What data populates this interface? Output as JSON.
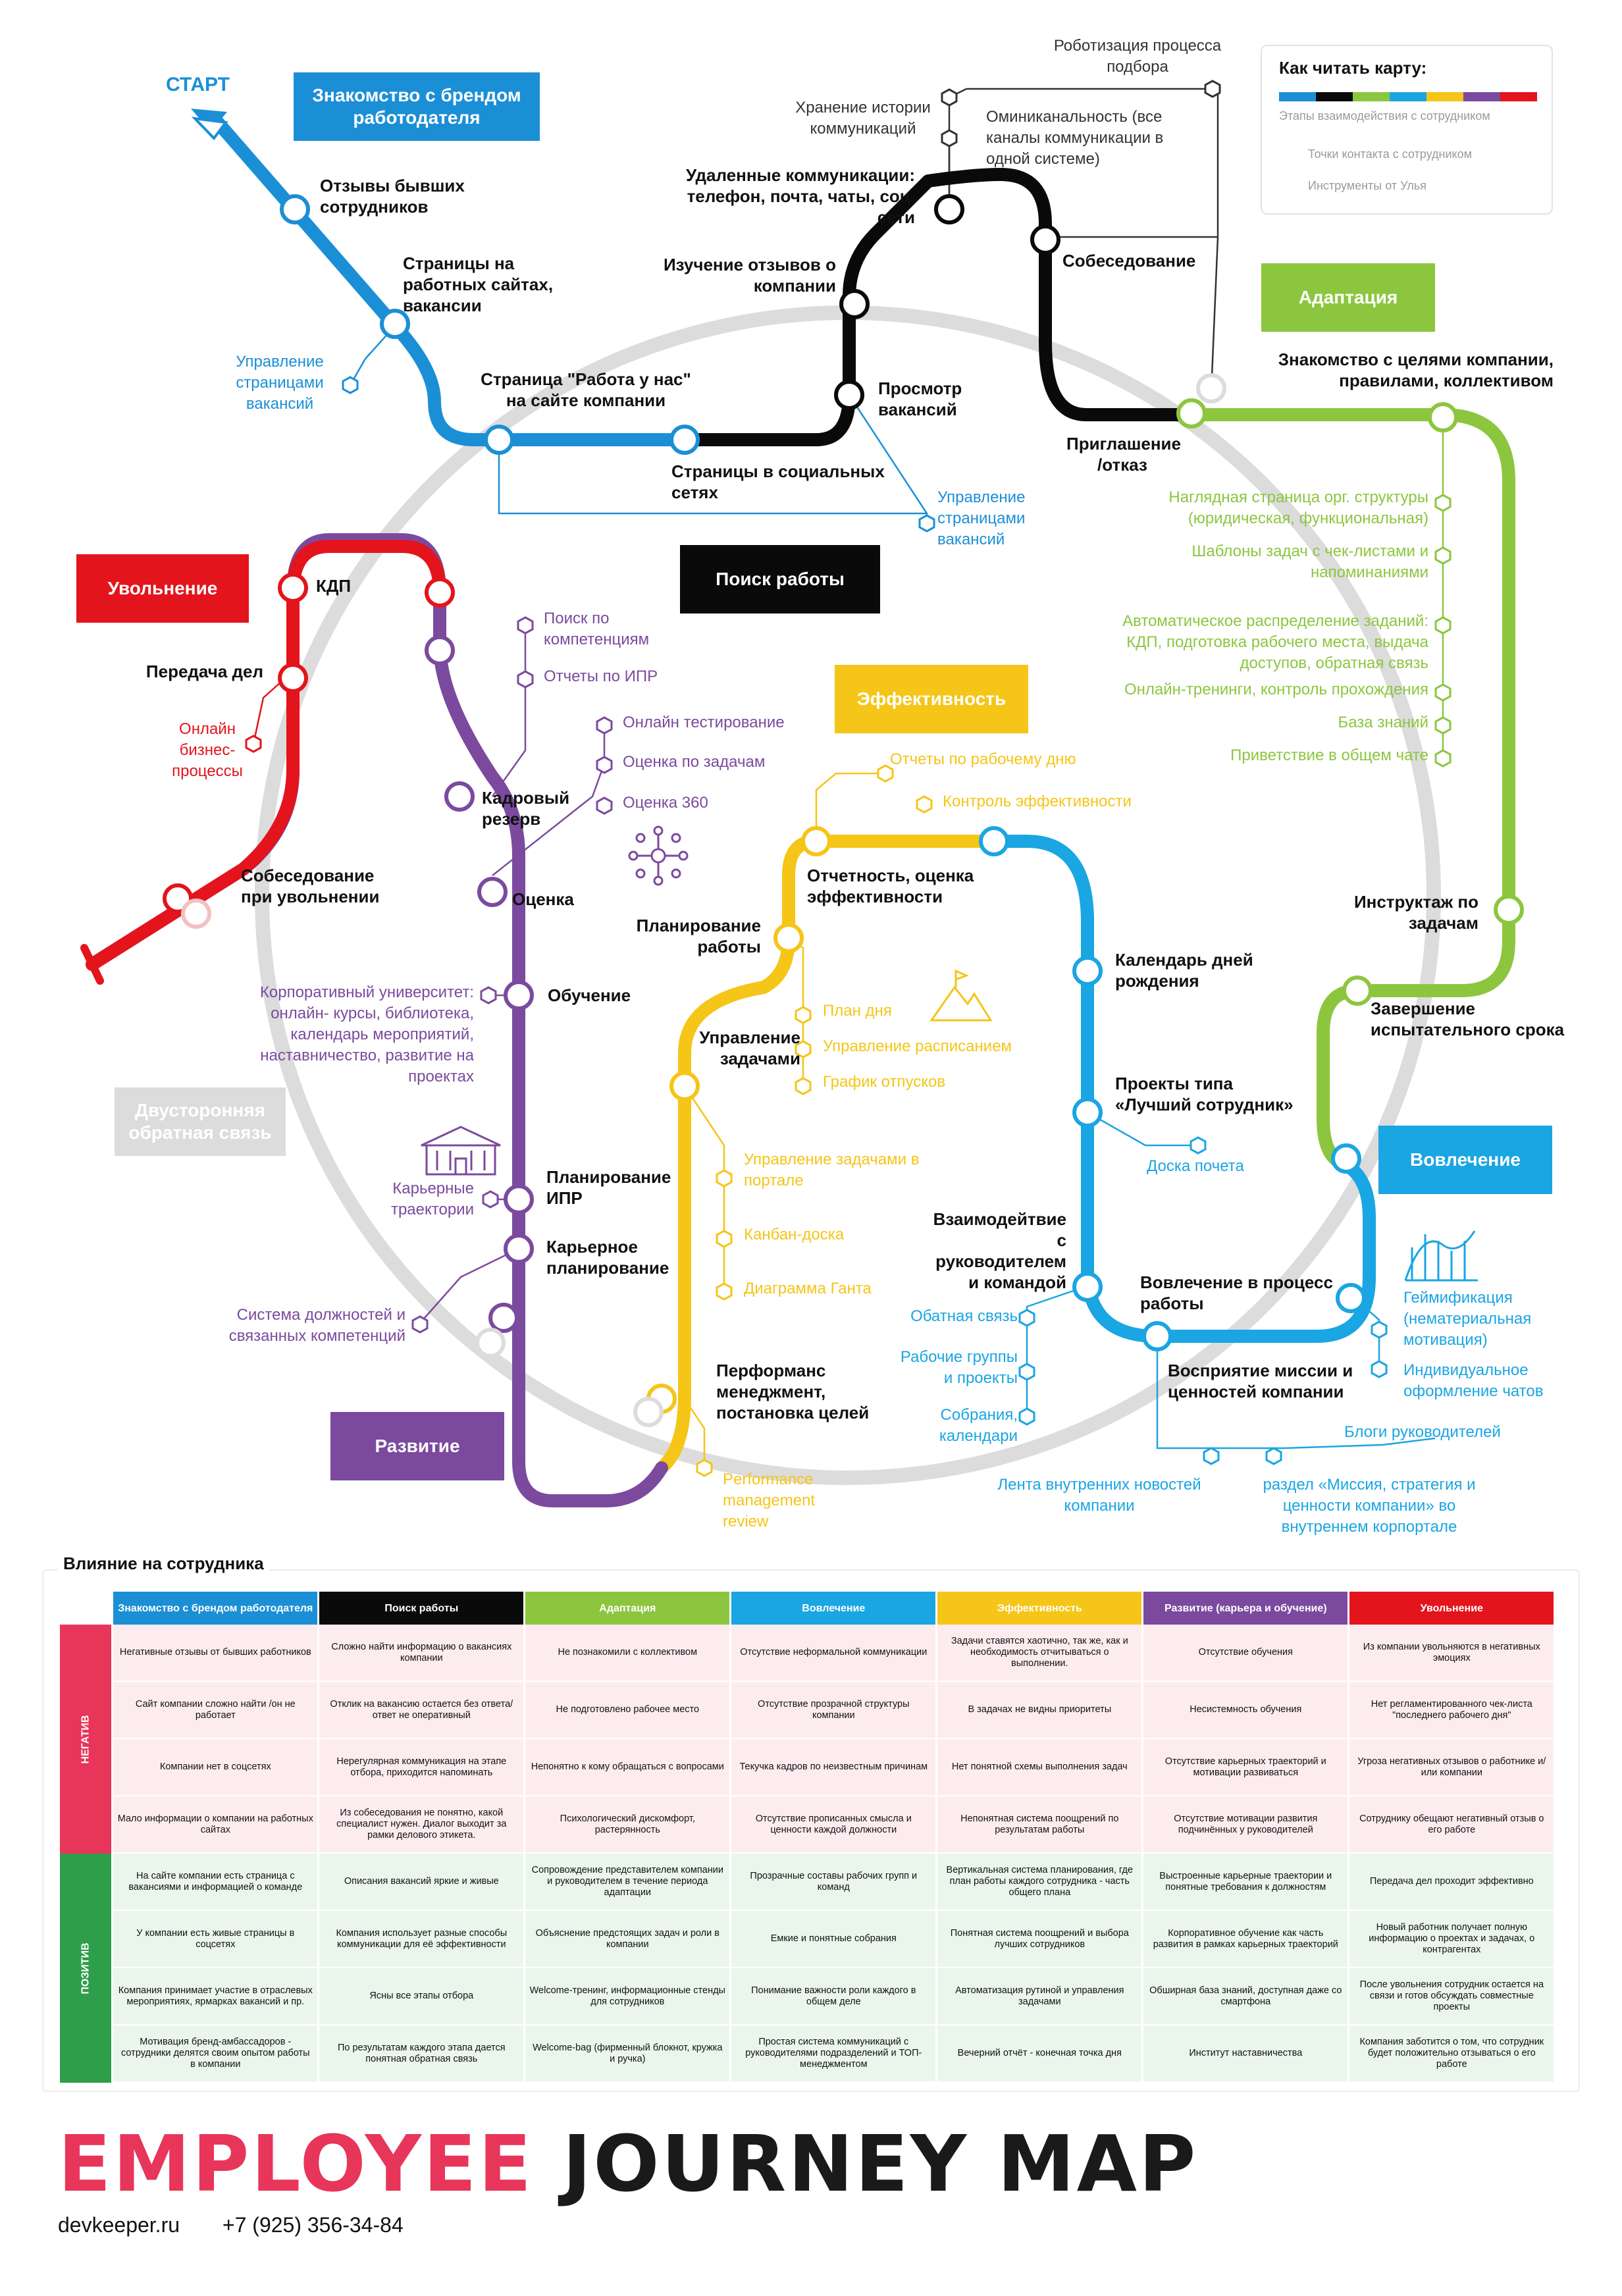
{
  "start_label": "СТАРТ",
  "colors": {
    "blue": "#1b8fd6",
    "black": "#0a0a0a",
    "green": "#8cc63f",
    "cyan": "#1aa5e3",
    "yellow": "#f5c518",
    "purple": "#7b4a9e",
    "red": "#e3141c",
    "gray": "#d9d9d9",
    "magenta": "#c8007a"
  },
  "badges": {
    "brand": "Знакомство с брендом работодателя",
    "job_search": "Поиск работы",
    "adaptation": "Адаптация",
    "dismissal": "Увольнение",
    "efficiency": "Эффективность",
    "feedback": "Двусторонняя обратная связь",
    "engagement": "Вовлечение",
    "development": "Развитие"
  },
  "legend": {
    "title": "Как читать карту:",
    "stages": "Этапы взаимодействия с сотрудником",
    "touchpoints": "Точки контакта с сотрудником",
    "tools": "Инструменты от Улья"
  },
  "stations": {
    "former_reviews": "Отзывы бывших сотрудников",
    "job_sites": "Страницы на работных сайтах, вакансии",
    "work_page": "Страница \"Работа у нас\" на сайте компании",
    "social_pages": "Страницы в социальных сетях",
    "reviews_study": "Изучение отзывов о компании",
    "remote_comm": "Удаленные коммуникации: телефон, почта, чаты, соц. сети",
    "view_vacancies": "Просмотр вакансий",
    "interview": "Собеседование",
    "invitation": "Приглашение /отказ",
    "goals": "Знакомство с целями компании, правилами, коллективом",
    "briefing": "Инструктаж по задачам",
    "probation_end": "Завершение испытательного срока",
    "kdp": "КДП",
    "handover": "Передача дел",
    "exit_interview": "Собеседование при увольнении",
    "talent_pool": "Кадровый резерв",
    "assessment": "Оценка",
    "training": "Обучение",
    "ipr": "Планирование ИПР",
    "career": "Карьерное планирование",
    "reporting": "Отчетность, оценка эффективности",
    "planning": "Планирование работы",
    "task_mgmt": "Управление задачами",
    "performance": "Перформанс менеджмент, постановка целей",
    "birthdays": "Календарь дней рождения",
    "best_employee": "Проекты типа «Лучший сотрудник»",
    "interaction": "Взаимодейтвие с руководителем и командой",
    "involvement": "Вовлечение в процесс работы",
    "mission": "Восприятие миссии и ценностей компании"
  },
  "tools": {
    "robotization": "Роботизация процесса подбора",
    "history": "Хранение истории коммуникаций",
    "omni": "Оминиканальность (все каналы коммуникации в одной системе)",
    "vacancy_pages_left": "Управление страницами вакансий",
    "vacancy_pages_right": "Управление страницами вакансий",
    "org_page": "Наглядная страница орг. структуры (юридическая, функциональная)",
    "checklists": "Шаблоны задач с чек-листами и напоминаниями",
    "auto_assign": "Автоматическое распределение заданий: КДП, подготовка рабочего места, выдача доступов, обратная связь",
    "online_training": "Онлайн-тренинги, контроль прохождения",
    "kb": "База знаний",
    "greeting": "Приветствие в общем чате",
    "online_business": "Онлайн бизнес-процессы",
    "competence_search": "Поиск по компетенциям",
    "ipr_reports": "Отчеты по ИПР",
    "online_test": "Онлайн тестирование",
    "task_assessment": "Оценка по задачам",
    "assessment_360": "Оценка 360",
    "corp_university": "Корпоративный университет: онлайн- курсы, библиотека, календарь мероприятий, наставничество, развитие на проектах",
    "career_paths": "Карьерные траектории",
    "positions_system": "Система должностей и связанных компетенций",
    "work_day_reports": "Отчеты по рабочему дню",
    "efficiency_control": "Контроль эффективности",
    "day_plan": "План дня",
    "schedule_mgmt": "Управление расписанием",
    "vacation_chart": "График отпусков",
    "portal_tasks": "Управление задачами в портале",
    "kanban": "Канбан-доска",
    "gantt": "Диаграмма Ганта",
    "perf_review": "Performance management review",
    "honor_board": "Доска почета",
    "feedback_tool": "Обатная связь",
    "work_groups": "Рабочие группы и проекты",
    "meetings": "Собрания, календари",
    "news_feed": "Лента внутренних новостей компании",
    "mission_section": "раздел «Миссия, стратегия и ценности компании» во внутреннем корпортале",
    "leader_blogs": "Блоги руководителей",
    "gamification": "Геймификация (нематериальная мотивация)",
    "chat_design": "Индивидуальное оформление чатов"
  },
  "table": {
    "title": "Влияние на сотрудника",
    "side_negative": "НЕГАТИВ",
    "side_positive": "ПОЗИТИВ",
    "headers": [
      {
        "label": "Знакомство с брендом работодателя",
        "color": "#1b8fd6"
      },
      {
        "label": "Поиск работы",
        "color": "#0a0a0a"
      },
      {
        "label": "Адаптация",
        "color": "#8cc63f"
      },
      {
        "label": "Вовлечение",
        "color": "#1aa5e3"
      },
      {
        "label": "Эффективность",
        "color": "#f5c518"
      },
      {
        "label": "Развитие (карьера и обучение)",
        "color": "#7b4a9e"
      },
      {
        "label": "Увольнение",
        "color": "#e3141c"
      }
    ],
    "negative": [
      [
        "Негативные отзывы от бывших работников",
        "Сложно найти информацию о вакансиях компании",
        "Не познакомили с коллективом",
        "Отсутствие неформальной коммуникации",
        "Задачи ставятся хаотично, так же, как и необходимость отчитываться о выполнении.",
        "Отсутствие обучения",
        "Из компании увольняются в негативных эмоциях"
      ],
      [
        "Сайт компании сложно найти /он не работает",
        "Отклик на вакансию остается без ответа/ответ не оперативный",
        "Не подготовлено рабочее место",
        "Отсутствие прозрачной структуры компании",
        "В задачах не видны приоритеты",
        "Несистемность обучения",
        "Нет регламентированного чек-листа \"последнего рабочего дня\""
      ],
      [
        "Компании нет в соцсетях",
        "Нерегулярная коммуникация на этапе отбора, приходится напоминать",
        "Непонятно к кому обращаться с вопросами",
        "Текучка кадров по неизвестным причинам",
        "Нет понятной схемы выполнения задач",
        "Отсутствие карьерных траекторий и мотивации развиваться",
        "Угроза негативных отзывов о работнике и/или компании"
      ],
      [
        "Мало информации о компании на работных сайтах",
        "Из собеседования не понятно, какой специалист нужен. Диалог выходит за рамки делового этикета.",
        "Психологический дискомфорт, растерянность",
        "Отсутствие прописанных смысла и ценности каждой должности",
        "Непонятная система поощрений по результатам работы",
        "Отсутствие мотивации развития подчинённых у руководителей",
        "Сотруднику обещают негативный отзыв о его работе"
      ]
    ],
    "positive": [
      [
        "На сайте компании есть страница с вакансиями и информацией о команде",
        "Описания вакансий яркие и живые",
        "Сопровождение представителем компании и руководителем в течение периода адаптации",
        "Прозрачные составы рабочих групп и команд",
        "Вертикальная система планирования, где план работы каждого сотрудника - часть общего плана",
        "Выстроенные карьерные траектории и понятные требования к должностям",
        "Передача дел проходит эффективно"
      ],
      [
        "У компании есть живые страницы в соцсетях",
        "Компания использует разные способы коммуникации для её эффективности",
        "Объяснение предстоящих задач и роли в компании",
        "Емкие и понятные собрания",
        "Понятная система поощрений и выбора лучших сотрудников",
        "Корпоративное обучение как часть развития в рамках карьерных траекторий",
        "Новый работник получает полную информацию о проектах и задачах, о контрагентах"
      ],
      [
        "Компания принимает участие в отраслевых мероприятиях, ярмарках вакансий и пр.",
        "Ясны все этапы отбора",
        "Welcome-тренинг, информационные стенды для сотрудников",
        "Понимание важности роли каждого в общем деле",
        "Автоматизация рутиной и управления задачами",
        "Обширная база знаний, доступная даже со смартфона",
        "После увольнения сотрудник остается на связи и готов обсуждать совместные проекты"
      ],
      [
        "Мотивация бренд-амбассадоров - сотрудники делятся своим опытом работы в компании",
        "По результатам каждого этапа дается понятная обратная связь",
        "Welcome-bag (фирменный блокнот, кружка и ручка)",
        "Простая система коммуникаций с руководителями подразделений и ТОП-менеджментом",
        "Вечерний отчёт - конечная точка дня",
        "Институт наставничества",
        "Компания заботится о том, что сотрудник будет положительно отзываться о его работе"
      ]
    ]
  },
  "title_part1": "EMPLOYEE",
  "title_part2": "JOURNEY MAP",
  "footer_site": "devkeeper.ru",
  "footer_phone": "+7 (925) 356-34-84"
}
